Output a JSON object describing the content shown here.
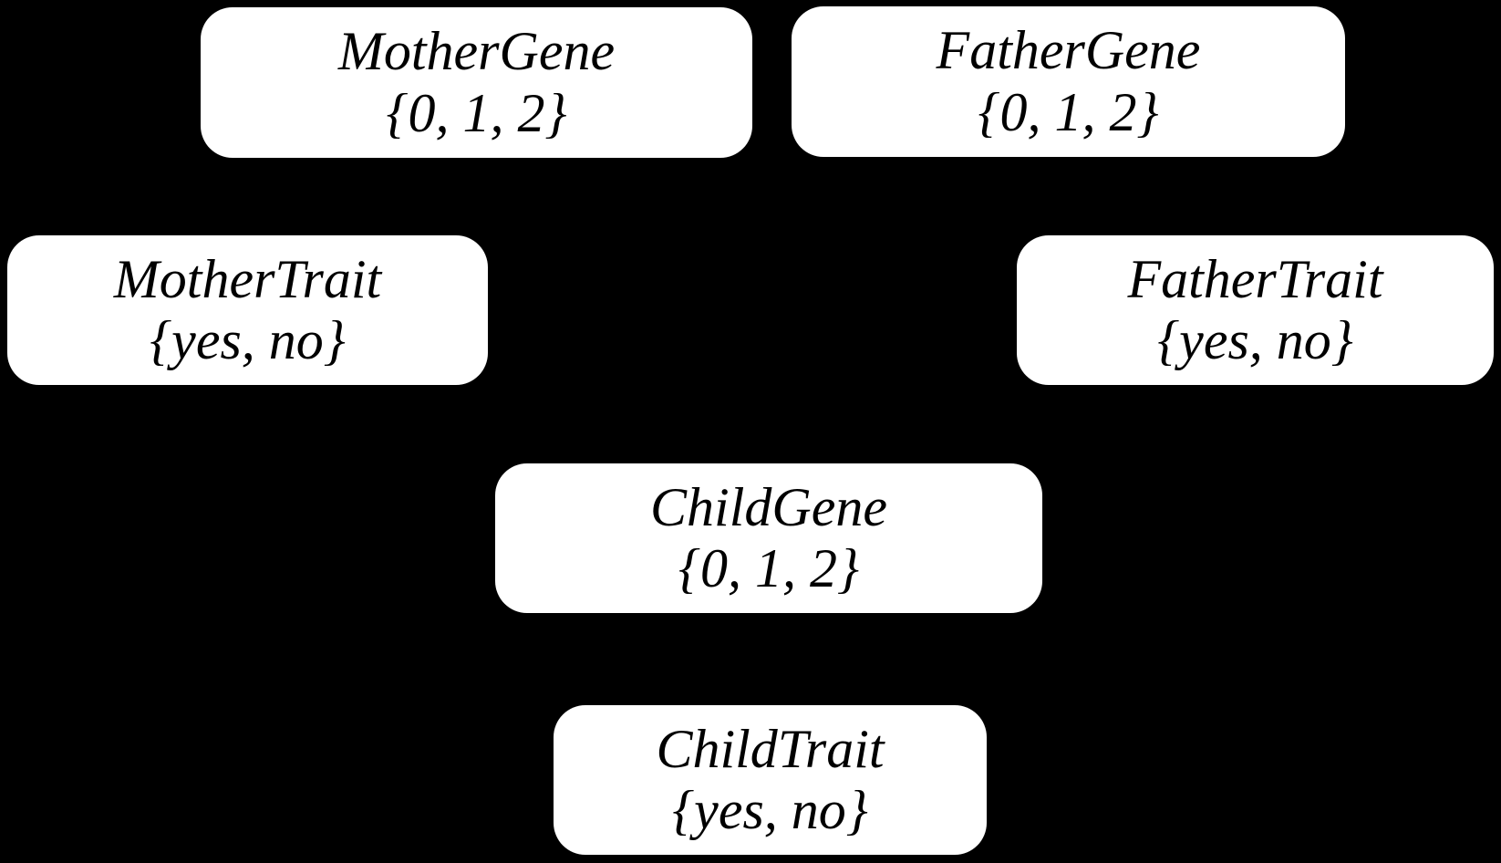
{
  "diagram": {
    "title": "heredity-bayesian-network",
    "background_color": "#000000",
    "node_fill_color": "#ffffff",
    "node_text_color": "#000000",
    "nodes": [
      {
        "id": "mother-gene",
        "name": "MotherGene",
        "values": "{0, 1, 2}"
      },
      {
        "id": "father-gene",
        "name": "FatherGene",
        "values": "{0, 1, 2}"
      },
      {
        "id": "mother-trait",
        "name": "MotherTrait",
        "values": "{yes, no}"
      },
      {
        "id": "father-trait",
        "name": "FatherTrait",
        "values": "{yes, no}"
      },
      {
        "id": "child-gene",
        "name": "ChildGene",
        "values": "{0, 1, 2}"
      },
      {
        "id": "child-trait",
        "name": "ChildTrait",
        "values": "{yes, no}"
      }
    ]
  }
}
